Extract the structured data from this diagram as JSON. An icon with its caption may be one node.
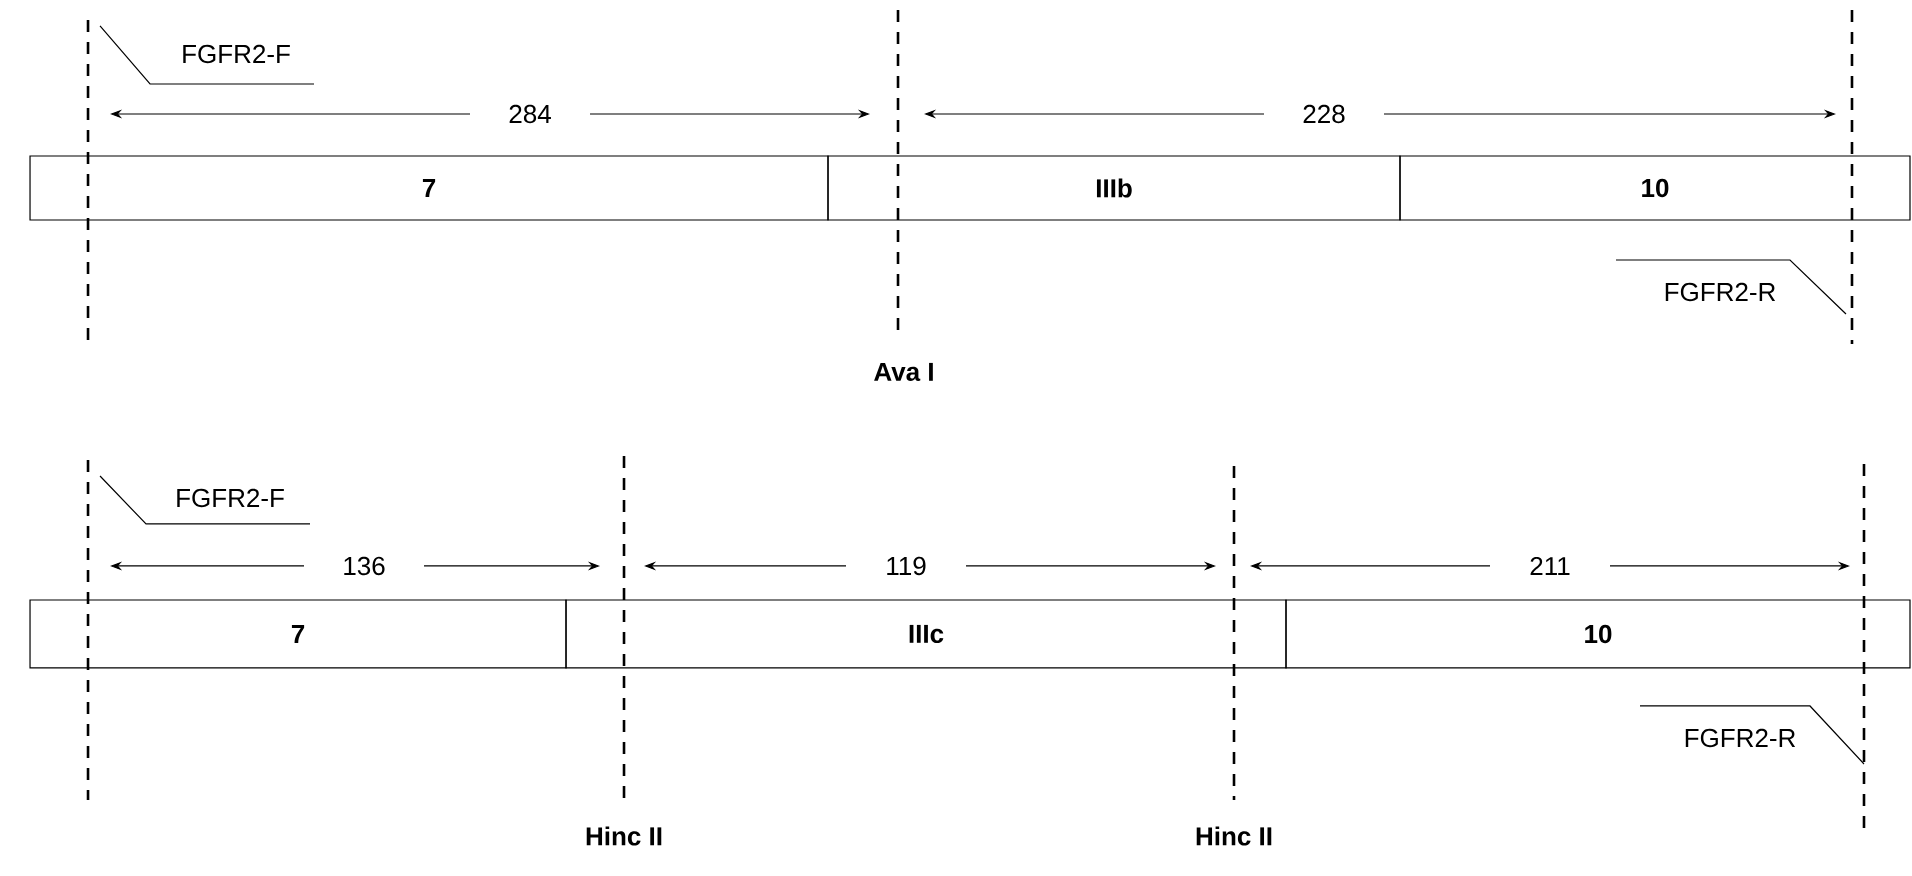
{
  "diagram": {
    "nodes": [
      {
        "text": [
          "7"
        ]
      },
      {
        "text": [
          "IIIb"
        ]
      },
      {
        "text": [
          "10"
        ]
      },
      {
        "text": [
          "7"
        ]
      },
      {
        "text": [
          "IIIc"
        ]
      },
      {
        "text": [
          "10"
        ]
      }
    ],
    "labels": [
      "FGFR2-F",
      "284",
      "228",
      "FGFR2-R",
      "Ava I",
      "FGFR2-F",
      "136",
      "119",
      "211",
      "FGFR2-R",
      "Hinc II",
      "Hinc II"
    ]
  }
}
